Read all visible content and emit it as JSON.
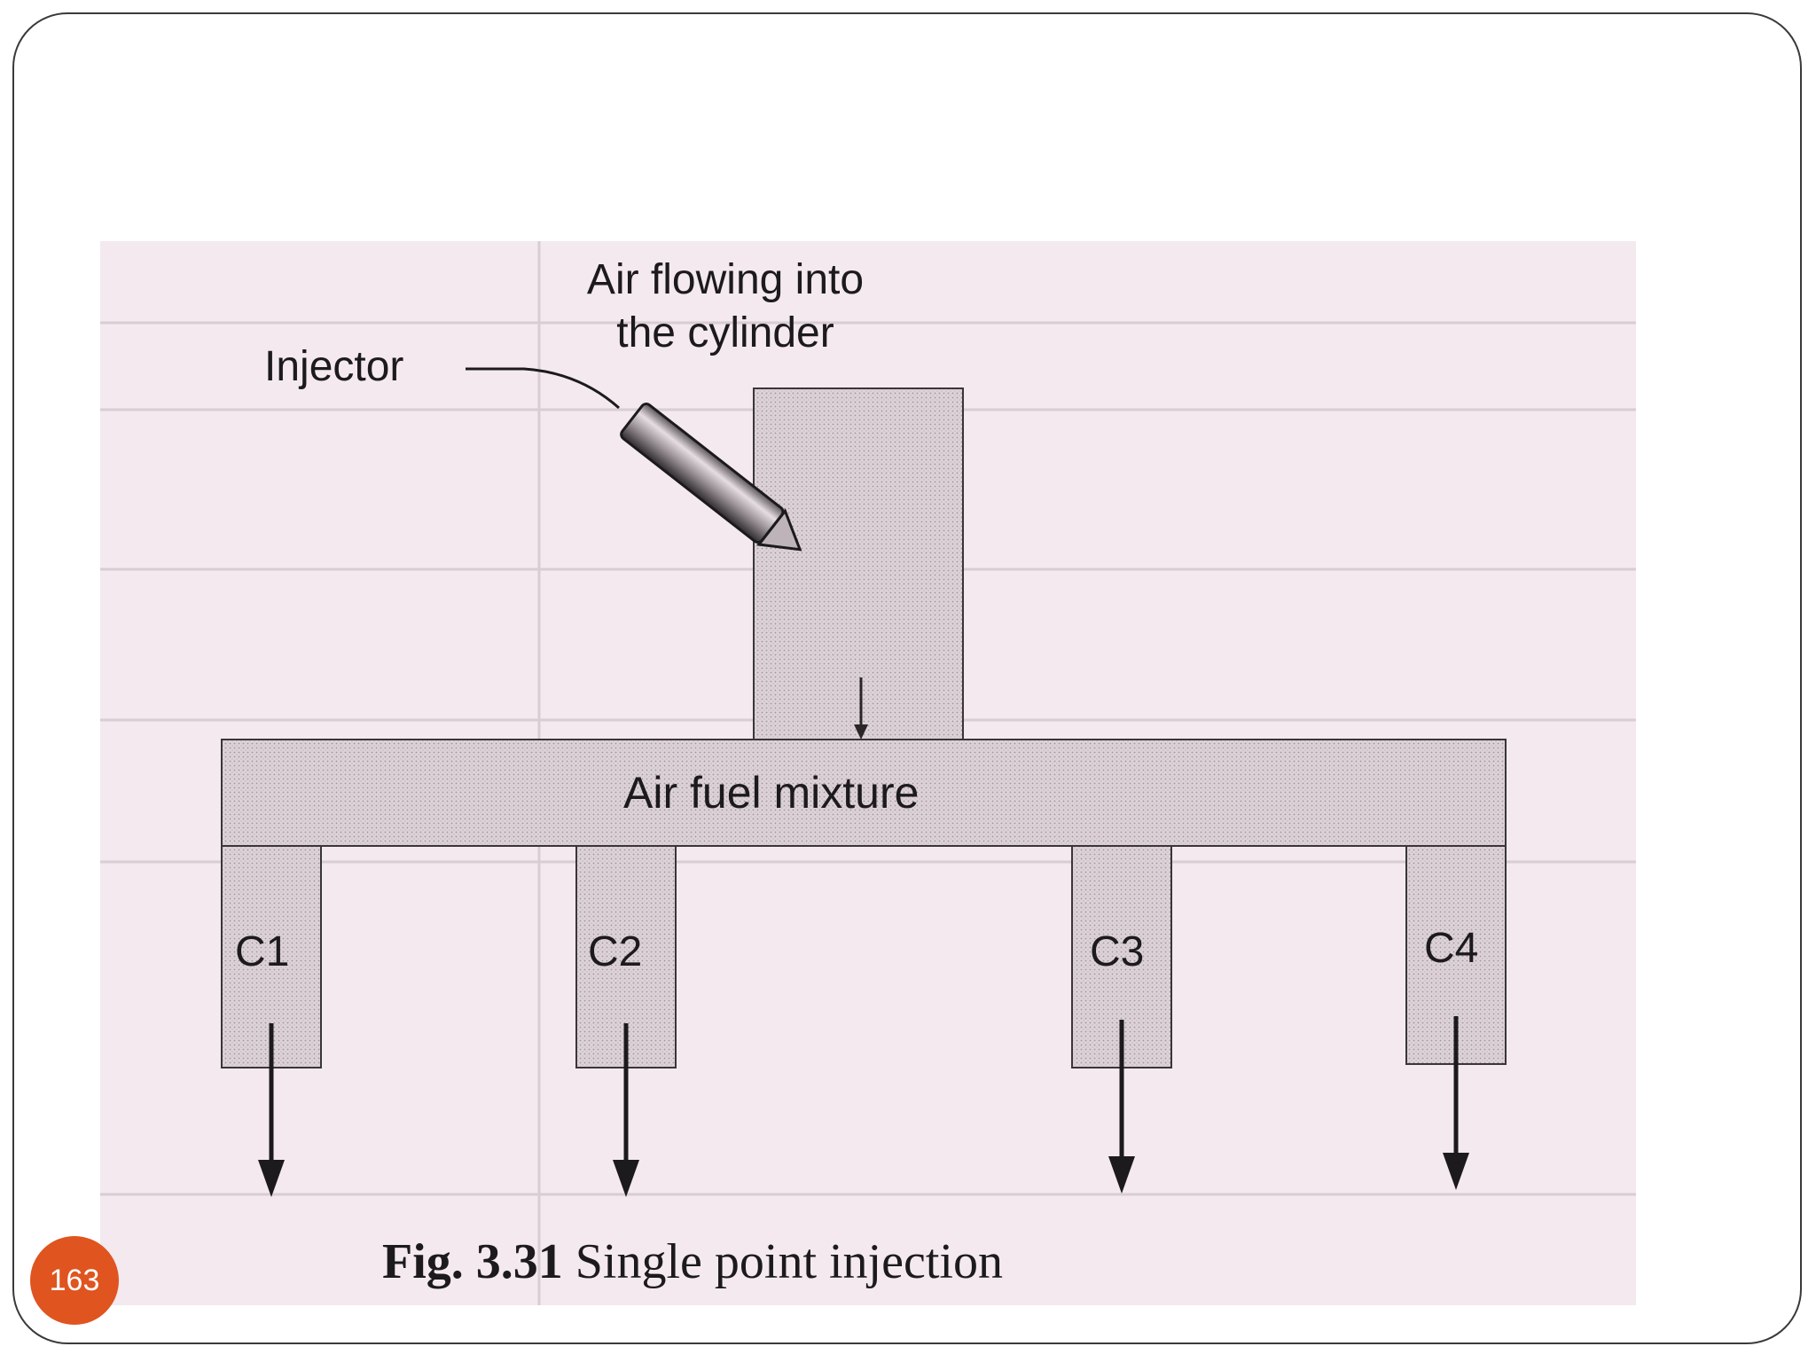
{
  "labels": {
    "air_line1": "Air flowing into",
    "air_line2": "the cylinder",
    "injector": "Injector",
    "mixture": "Air fuel mixture",
    "cylinders": [
      "C1",
      "C2",
      "C3",
      "C4"
    ]
  },
  "caption": {
    "fig_number": "Fig. 3.31",
    "text": "Single point injection"
  },
  "page_number": "163",
  "colors": {
    "paper": "#f3e9ef",
    "box_fill": "#dcd2d7",
    "ink": "#1c1a1c",
    "badge": "#e0541f"
  }
}
